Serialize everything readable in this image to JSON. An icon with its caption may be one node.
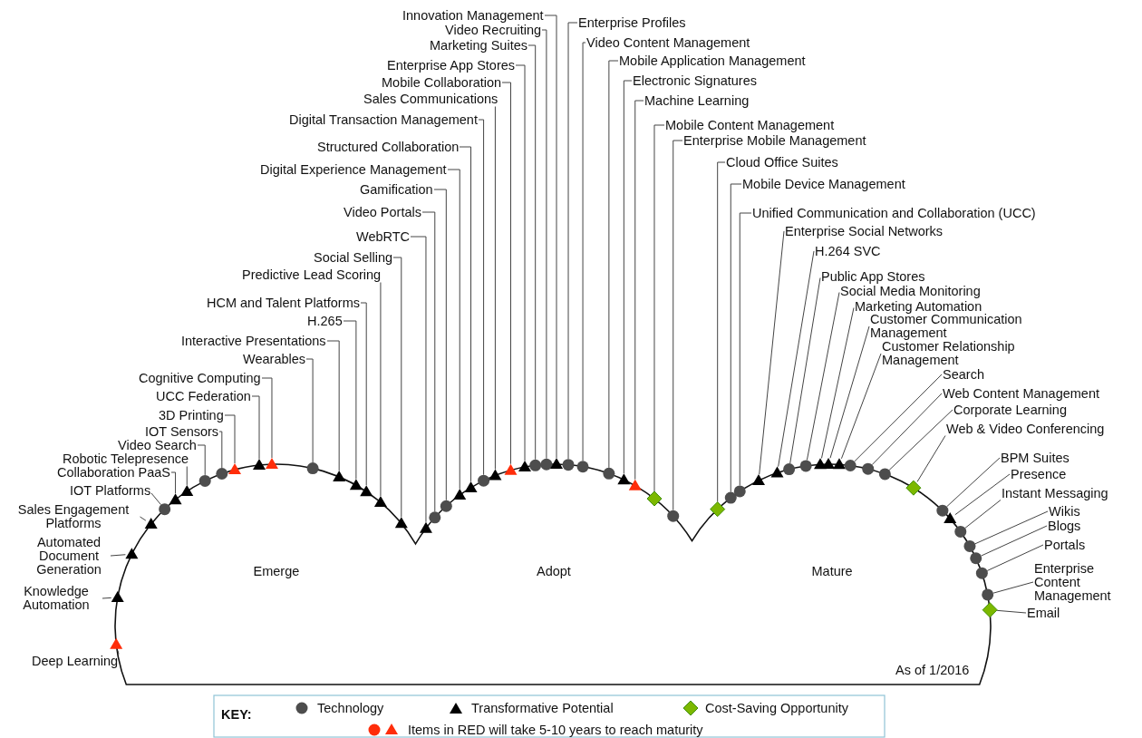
{
  "diagram": {
    "nodes": [
      {
        "text": [
          "Deep Learning"
        ]
      },
      {
        "text": [
          "Knowledge Automation"
        ]
      },
      {
        "text": [
          "Automated Document Generation"
        ]
      },
      {
        "text": [
          "Sales Engagement Platforms"
        ]
      },
      {
        "text": [
          "IOT Platforms"
        ]
      },
      {
        "text": [
          "Collaboration PaaS"
        ]
      },
      {
        "text": [
          "Robotic Telepresence"
        ]
      },
      {
        "text": [
          "Video Search"
        ]
      },
      {
        "text": [
          "IOT Sensors"
        ]
      },
      {
        "text": [
          "3D Printing"
        ]
      },
      {
        "text": [
          "UCC Federation"
        ]
      },
      {
        "text": [
          "Cognitive Computing"
        ]
      },
      {
        "text": [
          "Wearables"
        ]
      },
      {
        "text": [
          "Interactive Presentations"
        ]
      },
      {
        "text": [
          "H.265"
        ]
      },
      {
        "text": [
          "HCM and Talent Platforms"
        ]
      },
      {
        "text": [
          "Predictive Lead Scoring"
        ]
      },
      {
        "text": [
          "Social Selling"
        ]
      },
      {
        "text": [
          "WebRTC"
        ]
      },
      {
        "text": [
          "Video Portals"
        ]
      },
      {
        "text": [
          "Gamification"
        ]
      },
      {
        "text": [
          "Digital Experience Management"
        ]
      },
      {
        "text": [
          "Structured Collaboration"
        ]
      },
      {
        "text": [
          "Digital Transaction Management"
        ]
      },
      {
        "text": [
          "Sales Communications"
        ]
      },
      {
        "text": [
          "Mobile Collaboration"
        ]
      },
      {
        "text": [
          "Enterprise App Stores"
        ]
      },
      {
        "text": [
          "Marketing Suites"
        ]
      },
      {
        "text": [
          "Video Recruiting"
        ]
      },
      {
        "text": [
          "Innovation Management"
        ]
      },
      {
        "text": [
          "Enterprise Profiles"
        ]
      },
      {
        "text": [
          "Video Content Management"
        ]
      },
      {
        "text": [
          "Mobile Application Management"
        ]
      },
      {
        "text": [
          "Electronic Signatures"
        ]
      },
      {
        "text": [
          "Machine Learning"
        ]
      },
      {
        "text": [
          "Mobile Content Management"
        ]
      },
      {
        "text": [
          "Enterprise Mobile Management"
        ]
      },
      {
        "text": [
          "Cloud Office Suites"
        ]
      },
      {
        "text": [
          "Mobile Device Management"
        ]
      },
      {
        "text": [
          "Unified Communication and Collaboration (UCC)"
        ]
      },
      {
        "text": [
          "Enterprise Social Networks"
        ]
      },
      {
        "text": [
          "H.264 SVC"
        ]
      },
      {
        "text": [
          "Public App Stores"
        ]
      },
      {
        "text": [
          "Social Media Monitoring"
        ]
      },
      {
        "text": [
          "Marketing Automation"
        ]
      },
      {
        "text": [
          "Customer Communication Management"
        ]
      },
      {
        "text": [
          "Customer Relationship Management"
        ]
      },
      {
        "text": [
          "Search"
        ]
      },
      {
        "text": [
          "Web Content Management"
        ]
      },
      {
        "text": [
          "Corporate Learning"
        ]
      },
      {
        "text": [
          "Web & Video Conferencing"
        ]
      },
      {
        "text": [
          "BPM Suites"
        ]
      },
      {
        "text": [
          "Presence"
        ]
      },
      {
        "text": [
          "Instant Messaging"
        ]
      },
      {
        "text": [
          "Wikis"
        ]
      },
      {
        "text": [
          "Blogs"
        ]
      },
      {
        "text": [
          "Portals"
        ]
      },
      {
        "text": [
          "Enterprise Content Management"
        ]
      },
      {
        "text": [
          "Email"
        ]
      },
      {
        "text": [],
        "shape": "triangle"
      },
      {
        "text": [],
        "shape": "triangle"
      },
      {
        "text": [],
        "shape": "triangle"
      },
      {
        "text": [],
        "shape": "triangle"
      },
      {
        "text": [],
        "shape": "circle"
      },
      {
        "text": [],
        "shape": "triangle"
      },
      {
        "text": [],
        "shape": "triangle"
      },
      {
        "text": [],
        "shape": "circle"
      },
      {
        "text": [],
        "shape": "circle"
      },
      {
        "text": [],
        "shape": "triangle"
      },
      {
        "text": [],
        "shape": "triangle"
      },
      {
        "text": [],
        "shape": "triangle"
      },
      {
        "text": [],
        "shape": "circle"
      },
      {
        "text": [],
        "shape": "triangle"
      },
      {
        "text": [],
        "shape": "triangle"
      },
      {
        "text": [],
        "shape": "triangle"
      },
      {
        "text": [],
        "shape": "triangle"
      },
      {
        "text": [],
        "shape": "triangle"
      },
      {
        "text": [],
        "shape": "triangle"
      },
      {
        "text": [],
        "shape": "circle"
      },
      {
        "text": [],
        "shape": "circle"
      },
      {
        "text": [],
        "shape": "triangle"
      },
      {
        "text": [],
        "shape": "triangle"
      },
      {
        "text": [],
        "shape": "circle"
      },
      {
        "text": [],
        "shape": "triangle"
      },
      {
        "text": [],
        "shape": "triangle"
      },
      {
        "text": [],
        "shape": "triangle"
      },
      {
        "text": [],
        "shape": "circle"
      },
      {
        "text": [],
        "shape": "circle"
      },
      {
        "text": [],
        "shape": "triangle"
      },
      {
        "text": [],
        "shape": "circle"
      },
      {
        "text": [],
        "shape": "circle"
      },
      {
        "text": [],
        "shape": "circle"
      },
      {
        "text": [],
        "shape": "triangle"
      },
      {
        "text": [],
        "shape": "triangle"
      },
      {
        "text": [],
        "shape": "diamond"
      },
      {
        "text": [],
        "shape": "circle"
      },
      {
        "text": [],
        "shape": "diamond"
      },
      {
        "text": [],
        "shape": "circle"
      },
      {
        "text": [],
        "shape": "circle"
      },
      {
        "text": [],
        "shape": "triangle"
      },
      {
        "text": [],
        "shape": "triangle"
      },
      {
        "text": [],
        "shape": "circle"
      },
      {
        "text": [],
        "shape": "circle"
      },
      {
        "text": [],
        "shape": "triangle"
      },
      {
        "text": [],
        "shape": "triangle"
      },
      {
        "text": [],
        "shape": "triangle"
      },
      {
        "text": [],
        "shape": "circle"
      },
      {
        "text": [],
        "shape": "circle"
      },
      {
        "text": [],
        "shape": "circle"
      },
      {
        "text": [],
        "shape": "diamond"
      },
      {
        "text": [],
        "shape": "circle"
      },
      {
        "text": [],
        "shape": "triangle"
      },
      {
        "text": [],
        "shape": "circle"
      },
      {
        "text": [],
        "shape": "circle"
      },
      {
        "text": [],
        "shape": "circle"
      },
      {
        "text": [],
        "shape": "circle"
      },
      {
        "text": [],
        "shape": "circle"
      },
      {
        "text": [],
        "shape": "diamond"
      }
    ],
    "edges": [
      {
        "from": 0,
        "to": 59,
        "arrow": "none"
      },
      {
        "from": 1,
        "to": 60,
        "arrow": "none"
      },
      {
        "from": 2,
        "to": 61,
        "arrow": "none"
      },
      {
        "from": 3,
        "to": 62,
        "arrow": "none"
      },
      {
        "from": 4,
        "to": 63,
        "arrow": "none"
      },
      {
        "from": 5,
        "to": 64,
        "arrow": "none"
      },
      {
        "from": 6,
        "to": 65,
        "arrow": "none"
      },
      {
        "from": 7,
        "to": 66,
        "arrow": "none"
      },
      {
        "from": 8,
        "to": 67,
        "arrow": "none"
      },
      {
        "from": 9,
        "to": 68,
        "arrow": "none"
      },
      {
        "from": 10,
        "to": 69,
        "arrow": "none"
      },
      {
        "from": 11,
        "to": 70,
        "arrow": "none"
      },
      {
        "from": 12,
        "to": 71,
        "arrow": "none"
      },
      {
        "from": 13,
        "to": 72,
        "arrow": "none"
      },
      {
        "from": 14,
        "to": 73,
        "arrow": "none"
      },
      {
        "from": 15,
        "to": 74,
        "arrow": "none"
      },
      {
        "from": 16,
        "to": 75,
        "arrow": "none"
      },
      {
        "from": 17,
        "to": 76,
        "arrow": "none"
      },
      {
        "from": 18,
        "to": 77,
        "arrow": "none"
      },
      {
        "from": 19,
        "to": 78,
        "arrow": "none"
      },
      {
        "from": 20,
        "to": 79,
        "arrow": "none"
      },
      {
        "from": 21,
        "to": 80,
        "arrow": "none"
      },
      {
        "from": 22,
        "to": 81,
        "arrow": "none"
      },
      {
        "from": 23,
        "to": 82,
        "arrow": "none"
      },
      {
        "from": 24,
        "to": 83,
        "arrow": "none"
      },
      {
        "from": 25,
        "to": 84,
        "arrow": "none"
      },
      {
        "from": 26,
        "to": 85,
        "arrow": "none"
      },
      {
        "from": 27,
        "to": 86,
        "arrow": "none"
      },
      {
        "from": 28,
        "to": 87,
        "arrow": "none"
      },
      {
        "from": 29,
        "to": 88,
        "arrow": "none"
      },
      {
        "from": 30,
        "to": 89,
        "arrow": "none"
      },
      {
        "from": 31,
        "to": 90,
        "arrow": "none"
      },
      {
        "from": 32,
        "to": 91,
        "arrow": "none"
      },
      {
        "from": 33,
        "to": 92,
        "arrow": "none"
      },
      {
        "from": 34,
        "to": 93,
        "arrow": "none"
      },
      {
        "from": 35,
        "to": 94,
        "arrow": "none"
      },
      {
        "from": 36,
        "to": 95,
        "arrow": "none"
      },
      {
        "from": 37,
        "to": 96,
        "arrow": "none"
      },
      {
        "from": 38,
        "to": 97,
        "arrow": "none"
      },
      {
        "from": 39,
        "to": 98,
        "arrow": "none"
      },
      {
        "from": 40,
        "to": 99,
        "arrow": "none"
      },
      {
        "from": 41,
        "to": 100,
        "arrow": "none"
      },
      {
        "from": 42,
        "to": 101,
        "arrow": "none"
      },
      {
        "from": 43,
        "to": 102,
        "arrow": "none"
      },
      {
        "from": 44,
        "to": 103,
        "arrow": "none"
      },
      {
        "from": 45,
        "to": 104,
        "arrow": "none"
      },
      {
        "from": 46,
        "to": 105,
        "arrow": "none"
      },
      {
        "from": 47,
        "to": 106,
        "arrow": "none"
      },
      {
        "from": 48,
        "to": 107,
        "arrow": "none"
      },
      {
        "from": 49,
        "to": 108,
        "arrow": "none"
      },
      {
        "from": 50,
        "to": 109,
        "arrow": "none"
      },
      {
        "from": 51,
        "to": 110,
        "arrow": "none"
      },
      {
        "from": 52,
        "to": 111,
        "arrow": "none"
      },
      {
        "from": 53,
        "to": 112,
        "arrow": "none"
      },
      {
        "from": 54,
        "to": 113,
        "arrow": "none"
      },
      {
        "from": 55,
        "to": 114,
        "arrow": "none"
      },
      {
        "from": 56,
        "to": 115,
        "arrow": "none"
      },
      {
        "from": 57,
        "to": 116,
        "arrow": "none"
      },
      {
        "from": 58,
        "to": 117,
        "arrow": "none"
      }
    ],
    "labels": [
      "Emerge",
      "Adopt",
      "Mature",
      "As of 1/2016",
      "KEY:"
    ],
    "legend": [
      {
        "text": "Technology"
      },
      {
        "text": "Transformative Potential"
      },
      {
        "text": "Cost-Saving Opportunity"
      },
      {
        "text": "Items in RED will take 5-10 years to reach maturity"
      }
    ]
  }
}
